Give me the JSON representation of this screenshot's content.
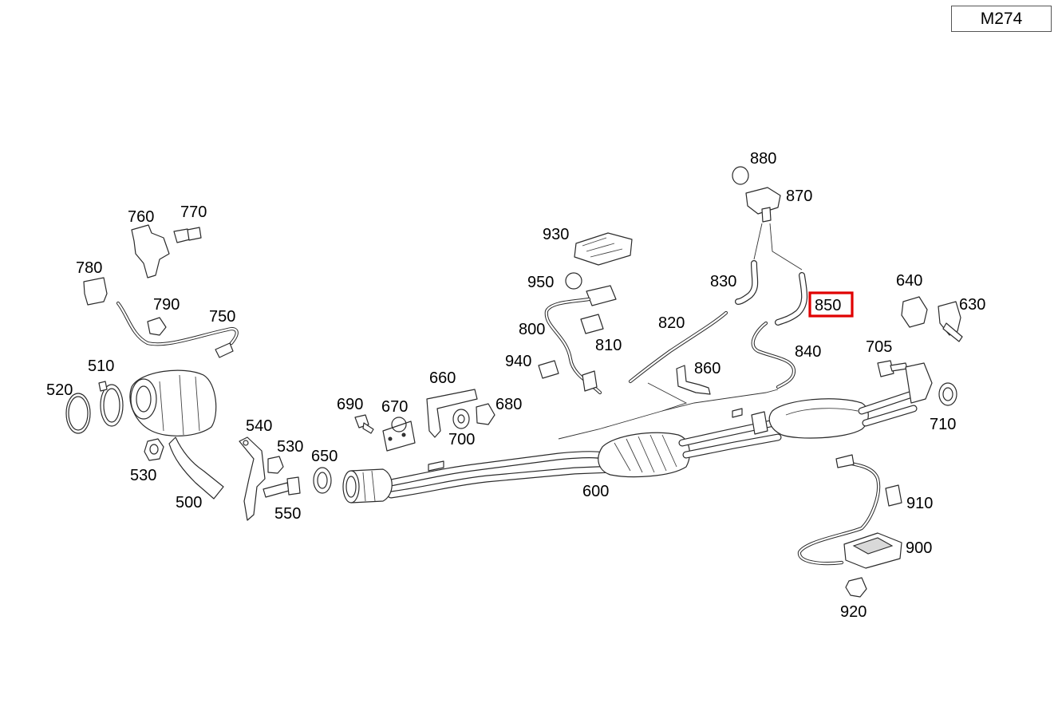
{
  "model_code": "M274",
  "highlighted_part": "850",
  "parts": [
    {
      "id": "part-500",
      "label": "500"
    },
    {
      "id": "part-510",
      "label": "510"
    },
    {
      "id": "part-520",
      "label": "520"
    },
    {
      "id": "part-530-a",
      "label": "530"
    },
    {
      "id": "part-530-b",
      "label": "530"
    },
    {
      "id": "part-540",
      "label": "540"
    },
    {
      "id": "part-550",
      "label": "550"
    },
    {
      "id": "part-600",
      "label": "600"
    },
    {
      "id": "part-630",
      "label": "630"
    },
    {
      "id": "part-640",
      "label": "640"
    },
    {
      "id": "part-650",
      "label": "650"
    },
    {
      "id": "part-660",
      "label": "660"
    },
    {
      "id": "part-670",
      "label": "670"
    },
    {
      "id": "part-680",
      "label": "680"
    },
    {
      "id": "part-690",
      "label": "690"
    },
    {
      "id": "part-700",
      "label": "700"
    },
    {
      "id": "part-705",
      "label": "705"
    },
    {
      "id": "part-710",
      "label": "710"
    },
    {
      "id": "part-750",
      "label": "750"
    },
    {
      "id": "part-760",
      "label": "760"
    },
    {
      "id": "part-770",
      "label": "770"
    },
    {
      "id": "part-780",
      "label": "780"
    },
    {
      "id": "part-790",
      "label": "790"
    },
    {
      "id": "part-800",
      "label": "800"
    },
    {
      "id": "part-810",
      "label": "810"
    },
    {
      "id": "part-820",
      "label": "820"
    },
    {
      "id": "part-830",
      "label": "830"
    },
    {
      "id": "part-840",
      "label": "840"
    },
    {
      "id": "part-850",
      "label": "850"
    },
    {
      "id": "part-860",
      "label": "860"
    },
    {
      "id": "part-870",
      "label": "870"
    },
    {
      "id": "part-880",
      "label": "880"
    },
    {
      "id": "part-900",
      "label": "900"
    },
    {
      "id": "part-910",
      "label": "910"
    },
    {
      "id": "part-920",
      "label": "920"
    },
    {
      "id": "part-930",
      "label": "930"
    },
    {
      "id": "part-940",
      "label": "940"
    },
    {
      "id": "part-950",
      "label": "950"
    }
  ]
}
